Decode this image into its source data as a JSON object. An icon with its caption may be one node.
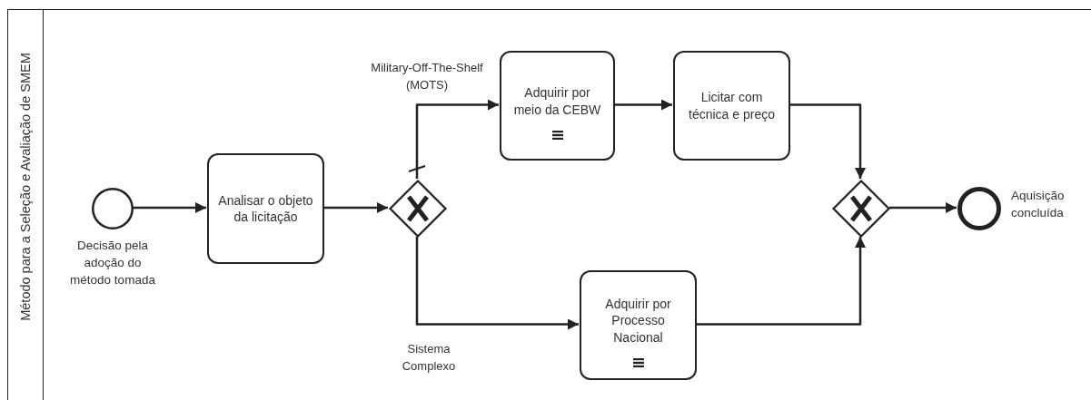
{
  "diagram": {
    "nodes": [
      {
        "text": [
          "Método para a Seleção e Avaliação de SMEM"
        ]
      },
      {
        "text": [],
        "shape": "circle",
        "beside": [
          "Decisão pela adoção do método tomada"
        ],
        "in": 0
      },
      {
        "text": [
          "Analisar o objeto da licitação"
        ],
        "in": 0
      },
      {
        "text": [],
        "shape": "diamond",
        "in": 0
      },
      {
        "text": [
          "Adquirir por meio da CEBW"
        ],
        "in": 0
      },
      {
        "text": [
          "Licitar com técnica e preço"
        ],
        "in": 0
      },
      {
        "text": [
          "Adquirir por Processo Nacional"
        ],
        "in": 0
      },
      {
        "text": [],
        "shape": "diamond",
        "in": 0
      },
      {
        "text": [],
        "shape": "circle",
        "beside": [
          "Aquisição concluída"
        ],
        "in": 0
      }
    ],
    "edges": [
      {
        "from": 1,
        "to": 2,
        "arrow": "to"
      },
      {
        "from": 2,
        "to": 3,
        "arrow": "to"
      },
      {
        "from": 3,
        "to": 4,
        "arrow": "to",
        "label": "Military-Off-The-Shelf (MOTS)"
      },
      {
        "from": 3,
        "to": 6,
        "arrow": "to",
        "label": "Sistema Complexo"
      },
      {
        "from": 4,
        "to": 5,
        "arrow": "to"
      },
      {
        "from": 5,
        "to": 7,
        "arrow": "to"
      },
      {
        "from": 6,
        "to": 7,
        "arrow": "to"
      },
      {
        "from": 7,
        "to": 8,
        "arrow": "to"
      }
    ]
  }
}
